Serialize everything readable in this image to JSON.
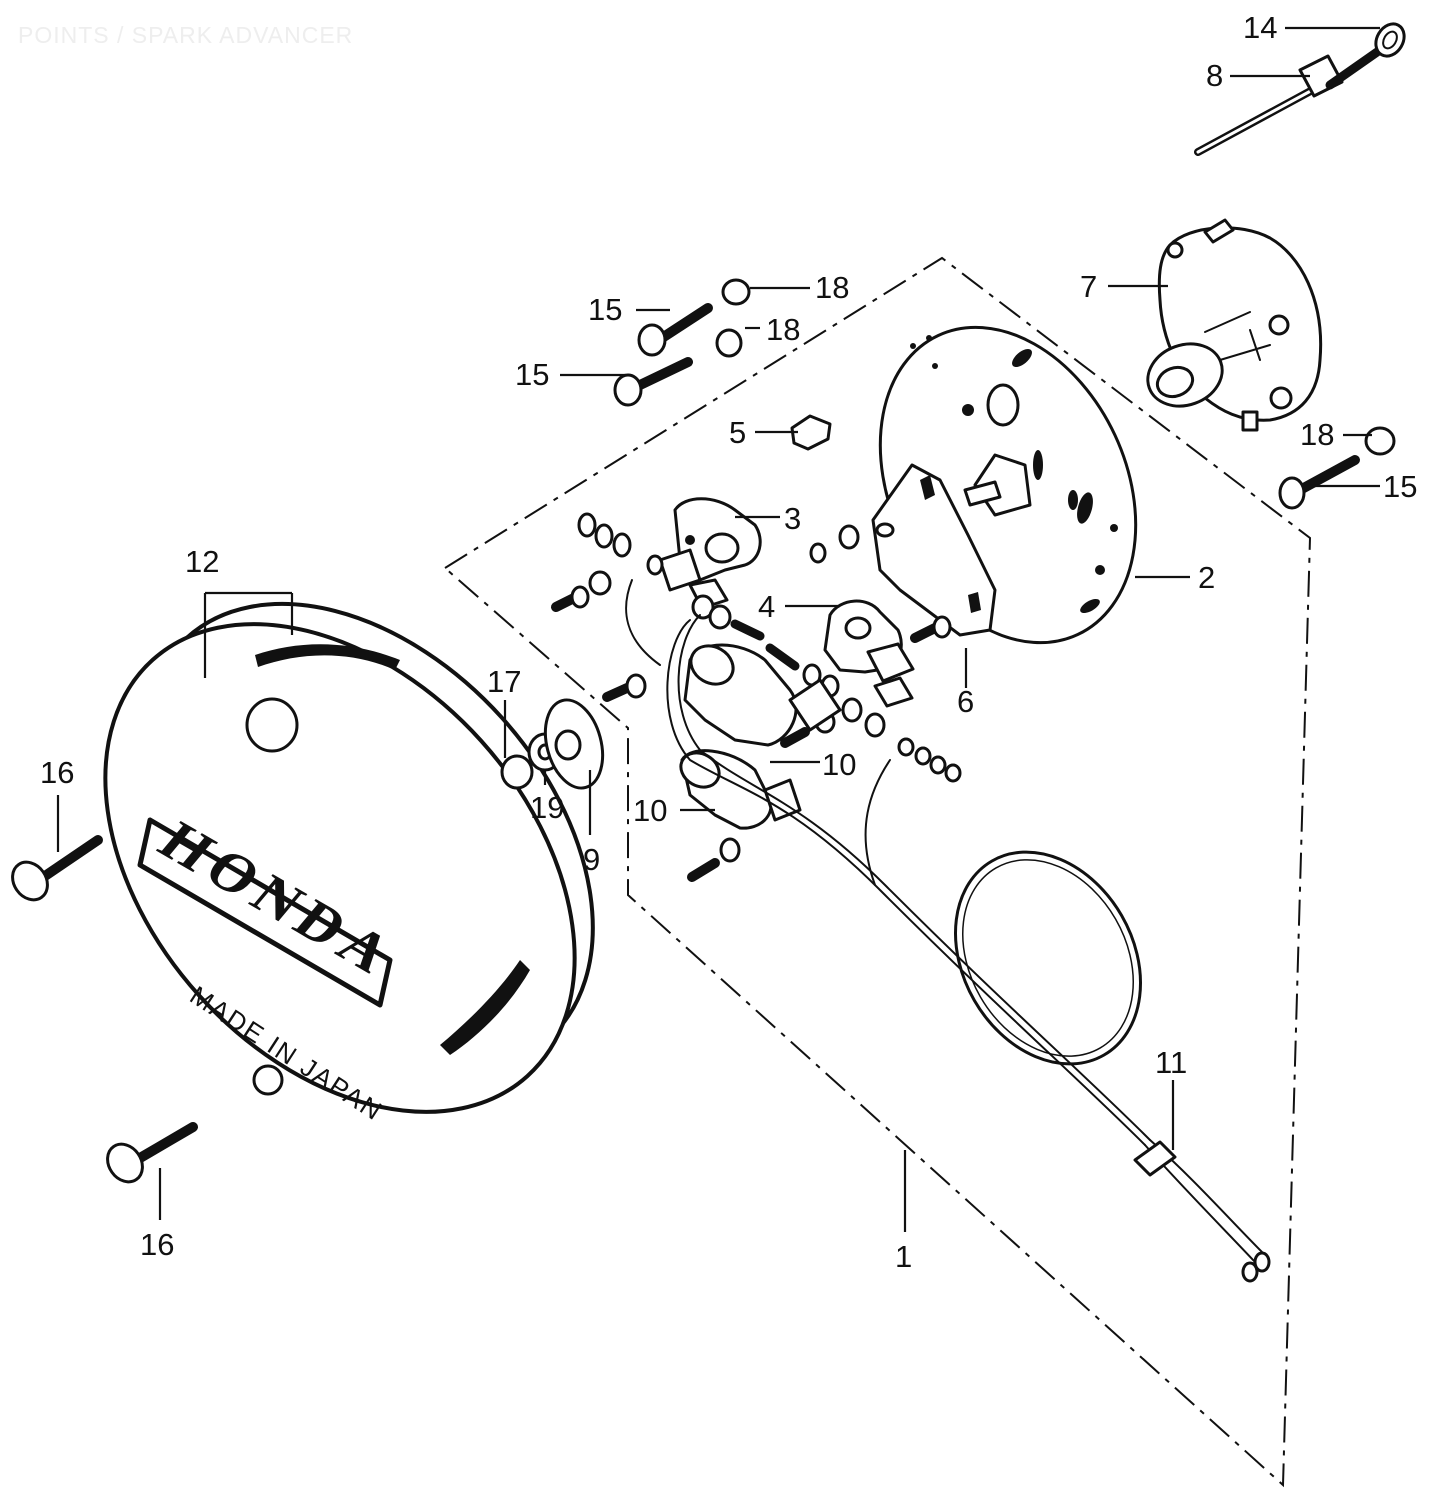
{
  "title": "POINTS / SPARK ADVANCER",
  "colors": {
    "ink": "#111111",
    "background": "#ffffff",
    "title_gray": "#eeeeee"
  },
  "cover": {
    "logo_text": "HONDA",
    "stamp_text": "MADE IN JAPAN"
  },
  "callouts": [
    {
      "id": "c14",
      "text": "14"
    },
    {
      "id": "c8",
      "text": "8"
    },
    {
      "id": "c18a",
      "text": "18"
    },
    {
      "id": "c15a",
      "text": "15"
    },
    {
      "id": "c18b",
      "text": "18"
    },
    {
      "id": "c15b",
      "text": "15"
    },
    {
      "id": "c7",
      "text": "7"
    },
    {
      "id": "c5",
      "text": "5"
    },
    {
      "id": "c18c",
      "text": "18"
    },
    {
      "id": "c15c",
      "text": "15"
    },
    {
      "id": "c3",
      "text": "3"
    },
    {
      "id": "c2",
      "text": "2"
    },
    {
      "id": "c4",
      "text": "4"
    },
    {
      "id": "c6",
      "text": "6"
    },
    {
      "id": "c12",
      "text": "12"
    },
    {
      "id": "c17",
      "text": "17"
    },
    {
      "id": "c10a",
      "text": "10"
    },
    {
      "id": "c10b",
      "text": "10"
    },
    {
      "id": "c19",
      "text": "19"
    },
    {
      "id": "c9",
      "text": "9"
    },
    {
      "id": "c16a",
      "text": "16"
    },
    {
      "id": "c11",
      "text": "11"
    },
    {
      "id": "c16b",
      "text": "16"
    },
    {
      "id": "c1",
      "text": "1"
    }
  ]
}
